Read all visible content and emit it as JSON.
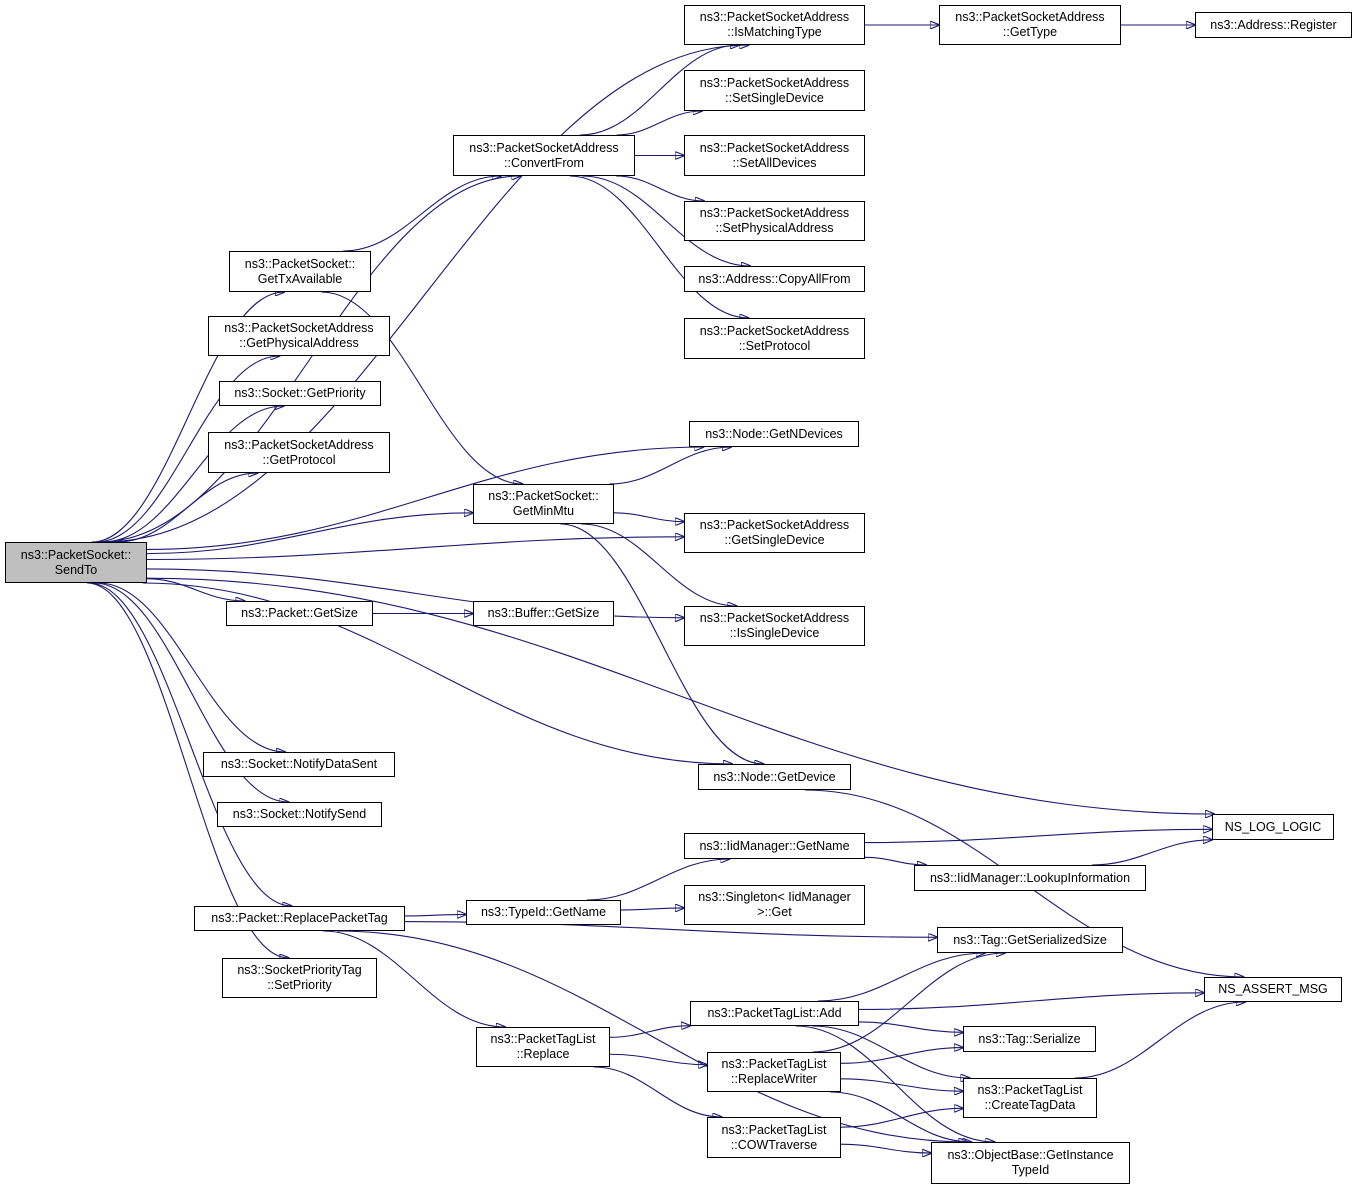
{
  "graph": {
    "colors": {
      "edge": "#191970",
      "node_border": "#000000",
      "root_fill": "#bfbfbf",
      "node_fill": "#ffffff"
    },
    "nodes": {
      "sendto": [
        "ns3::PacketSocket::",
        "SendTo"
      ],
      "gettxavailable": [
        "ns3::PacketSocket::",
        "GetTxAvailable"
      ],
      "getphysicaladdress": [
        "ns3::PacketSocketAddress",
        "::GetPhysicalAddress"
      ],
      "getpriority": [
        "ns3::Socket::GetPriority"
      ],
      "getprotocol": [
        "ns3::PacketSocketAddress",
        "::GetProtocol"
      ],
      "getminmtu": [
        "ns3::PacketSocket::",
        "GetMinMtu"
      ],
      "packet_getsize": [
        "ns3::Packet::GetSize"
      ],
      "buffer_getsize": [
        "ns3::Buffer::GetSize"
      ],
      "notifydatasent": [
        "ns3::Socket::NotifyDataSent"
      ],
      "notifysend": [
        "ns3::Socket::NotifySend"
      ],
      "replacepackettag": [
        "ns3::Packet::ReplacePacketTag"
      ],
      "setpriority": [
        "ns3::SocketPriorityTag",
        "::SetPriority"
      ],
      "convertfrom": [
        "ns3::PacketSocketAddress",
        "::ConvertFrom"
      ],
      "ismatchingtype": [
        "ns3::PacketSocketAddress",
        "::IsMatchingType"
      ],
      "gettype": [
        "ns3::PacketSocketAddress",
        "::GetType"
      ],
      "register": [
        "ns3::Address::Register"
      ],
      "setsingledevice": [
        "ns3::PacketSocketAddress",
        "::SetSingleDevice"
      ],
      "setalldevices": [
        "ns3::PacketSocketAddress",
        "::SetAllDevices"
      ],
      "setphysicaladdress": [
        "ns3::PacketSocketAddress",
        "::SetPhysicalAddress"
      ],
      "copyallfrom": [
        "ns3::Address::CopyAllFrom"
      ],
      "setprotocol": [
        "ns3::PacketSocketAddress",
        "::SetProtocol"
      ],
      "getndevices": [
        "ns3::Node::GetNDevices"
      ],
      "getsingledevice": [
        "ns3::PacketSocketAddress",
        "::GetSingleDevice"
      ],
      "issingledevice": [
        "ns3::PacketSocketAddress",
        "::IsSingleDevice"
      ],
      "getdevice": [
        "ns3::Node::GetDevice"
      ],
      "iid_getname": [
        "ns3::IidManager::GetName"
      ],
      "lookupinformation": [
        "ns3::IidManager::LookupInformation"
      ],
      "typeid_getname": [
        "ns3::TypeId::GetName"
      ],
      "singleton_get": [
        "ns3::Singleton< IidManager",
        ">::Get"
      ],
      "ns_log_logic": [
        "NS_LOG_LOGIC"
      ],
      "tag_getserializedsize": [
        "ns3::Tag::GetSerializedSize"
      ],
      "ns_assert_msg": [
        "NS_ASSERT_MSG"
      ],
      "ptl_add": [
        "ns3::PacketTagList::Add"
      ],
      "tag_serialize": [
        "ns3::Tag::Serialize"
      ],
      "ptl_replace": [
        "ns3::PacketTagList",
        "::Replace"
      ],
      "ptl_replacewriter": [
        "ns3::PacketTagList",
        "::ReplaceWriter"
      ],
      "ptl_createtagdata": [
        "ns3::PacketTagList",
        "::CreateTagData"
      ],
      "ptl_cowtraverse": [
        "ns3::PacketTagList",
        "::COWTraverse"
      ],
      "getinstancetypeid": [
        "ns3::ObjectBase::GetInstance",
        "TypeId"
      ]
    },
    "edges": [
      [
        "sendto",
        "ismatchingtype"
      ],
      [
        "sendto",
        "convertfrom"
      ],
      [
        "sendto",
        "gettxavailable"
      ],
      [
        "sendto",
        "getndevices"
      ],
      [
        "sendto",
        "getphysicaladdress"
      ],
      [
        "sendto",
        "getpriority"
      ],
      [
        "sendto",
        "getprotocol"
      ],
      [
        "sendto",
        "getminmtu"
      ],
      [
        "sendto",
        "getsingledevice"
      ],
      [
        "sendto",
        "packet_getsize"
      ],
      [
        "sendto",
        "issingledevice"
      ],
      [
        "sendto",
        "ns_log_logic"
      ],
      [
        "sendto",
        "notifydatasent"
      ],
      [
        "sendto",
        "notifysend"
      ],
      [
        "sendto",
        "getdevice"
      ],
      [
        "sendto",
        "replacepackettag"
      ],
      [
        "sendto",
        "setpriority"
      ],
      [
        "gettxavailable",
        "convertfrom"
      ],
      [
        "gettxavailable",
        "getminmtu"
      ],
      [
        "convertfrom",
        "ismatchingtype"
      ],
      [
        "convertfrom",
        "setsingledevice"
      ],
      [
        "convertfrom",
        "setalldevices"
      ],
      [
        "convertfrom",
        "setphysicaladdress"
      ],
      [
        "convertfrom",
        "copyallfrom"
      ],
      [
        "convertfrom",
        "setprotocol"
      ],
      [
        "ismatchingtype",
        "gettype"
      ],
      [
        "gettype",
        "register"
      ],
      [
        "getminmtu",
        "getndevices"
      ],
      [
        "getminmtu",
        "getsingledevice"
      ],
      [
        "getminmtu",
        "issingledevice"
      ],
      [
        "getminmtu",
        "getdevice"
      ],
      [
        "packet_getsize",
        "buffer_getsize"
      ],
      [
        "getdevice",
        "ns_assert_msg"
      ],
      [
        "iid_getname",
        "ns_log_logic"
      ],
      [
        "iid_getname",
        "lookupinformation"
      ],
      [
        "lookupinformation",
        "ns_log_logic"
      ],
      [
        "typeid_getname",
        "iid_getname"
      ],
      [
        "typeid_getname",
        "singleton_get"
      ],
      [
        "replacepackettag",
        "typeid_getname"
      ],
      [
        "replacepackettag",
        "tag_getserializedsize"
      ],
      [
        "replacepackettag",
        "ptl_replace"
      ],
      [
        "replacepackettag",
        "getinstancetypeid"
      ],
      [
        "ptl_replace",
        "ptl_add"
      ],
      [
        "ptl_replace",
        "ptl_replacewriter"
      ],
      [
        "ptl_replace",
        "ptl_cowtraverse"
      ],
      [
        "ptl_add",
        "tag_getserializedsize"
      ],
      [
        "ptl_add",
        "ns_assert_msg"
      ],
      [
        "ptl_add",
        "tag_serialize"
      ],
      [
        "ptl_add",
        "ptl_createtagdata"
      ],
      [
        "ptl_add",
        "getinstancetypeid"
      ],
      [
        "ptl_replacewriter",
        "tag_getserializedsize"
      ],
      [
        "ptl_replacewriter",
        "tag_serialize"
      ],
      [
        "ptl_replacewriter",
        "ptl_createtagdata"
      ],
      [
        "ptl_replacewriter",
        "getinstancetypeid"
      ],
      [
        "ptl_cowtraverse",
        "ptl_createtagdata"
      ],
      [
        "ptl_cowtraverse",
        "getinstancetypeid"
      ],
      [
        "ptl_createtagdata",
        "ns_assert_msg"
      ]
    ]
  }
}
